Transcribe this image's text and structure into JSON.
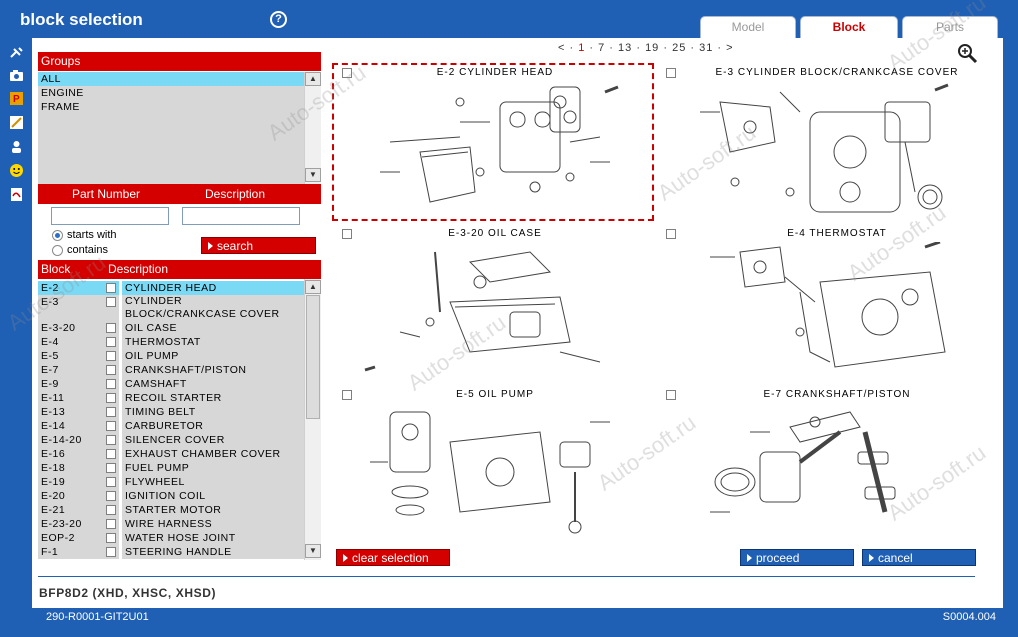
{
  "app": {
    "title": "block selection"
  },
  "tabs": [
    {
      "label": "Model",
      "active": false
    },
    {
      "label": "Block",
      "active": true
    },
    {
      "label": "Parts",
      "active": false
    }
  ],
  "toolbar_icons": [
    "tools-icon",
    "camera-icon",
    "parking-icon",
    "edit-icon",
    "user-icon",
    "smiley-icon",
    "pdf-icon"
  ],
  "groups": {
    "header": "Groups",
    "items": [
      "ALL",
      "ENGINE",
      "FRAME"
    ]
  },
  "search": {
    "part_number_label": "Part Number",
    "description_label": "Description",
    "part_number_value": "",
    "description_value": "",
    "option_starts_with": "starts with",
    "option_contains": "contains",
    "button": "search"
  },
  "blocks": {
    "col_block": "Block",
    "col_description": "Description",
    "rows": [
      {
        "code": "E-2",
        "desc": "CYLINDER HEAD",
        "selected": true
      },
      {
        "code": "E-3",
        "desc": "CYLINDER",
        "desc2": "BLOCK/CRANKCASE COVER"
      },
      {
        "code": "E-3-20",
        "desc": "OIL CASE"
      },
      {
        "code": "E-4",
        "desc": "THERMOSTAT"
      },
      {
        "code": "E-5",
        "desc": "OIL PUMP"
      },
      {
        "code": "E-7",
        "desc": "CRANKSHAFT/PISTON"
      },
      {
        "code": "E-9",
        "desc": "CAMSHAFT"
      },
      {
        "code": "E-11",
        "desc": "RECOIL STARTER"
      },
      {
        "code": "E-13",
        "desc": "TIMING BELT"
      },
      {
        "code": "E-14",
        "desc": "CARBURETOR"
      },
      {
        "code": "E-14-20",
        "desc": "SILENCER COVER"
      },
      {
        "code": "E-16",
        "desc": "EXHAUST CHAMBER COVER"
      },
      {
        "code": "E-18",
        "desc": "FUEL PUMP"
      },
      {
        "code": "E-19",
        "desc": "FLYWHEEL"
      },
      {
        "code": "E-20",
        "desc": "IGNITION COIL"
      },
      {
        "code": "E-21",
        "desc": "STARTER MOTOR"
      },
      {
        "code": "E-23-20",
        "desc": "WIRE HARNESS"
      },
      {
        "code": "EOP-2",
        "desc": "WATER HOSE JOINT"
      },
      {
        "code": "F-1",
        "desc": "STEERING HANDLE"
      }
    ]
  },
  "pager": {
    "prev": "<",
    "pages": [
      "1",
      "7",
      "13",
      "19",
      "25",
      "31"
    ],
    "current": "1",
    "next": ">"
  },
  "diagrams": [
    {
      "title": "E-2 CYLINDER HEAD",
      "highlighted": true
    },
    {
      "title": "E-3 CYLINDER BLOCK/CRANKCASE COVER"
    },
    {
      "title": "E-3-20 OIL CASE"
    },
    {
      "title": "E-4 THERMOSTAT"
    },
    {
      "title": "E-5 OIL PUMP"
    },
    {
      "title": "E-7 CRANKSHAFT/PISTON"
    }
  ],
  "buttons": {
    "clear_selection": "clear selection",
    "proceed": "proceed",
    "cancel": "cancel"
  },
  "model_line": "BFP8D2  (XHD, XHSC, XHSD)",
  "footer": {
    "left": "290-R0001-GIT2U01",
    "right": "S0004.004"
  },
  "watermark": "Auto-soft.ru",
  "colors": {
    "brand_blue": "#1f5fb4",
    "accent_red": "#d40000",
    "selection_cyan": "#7ad9f4"
  }
}
